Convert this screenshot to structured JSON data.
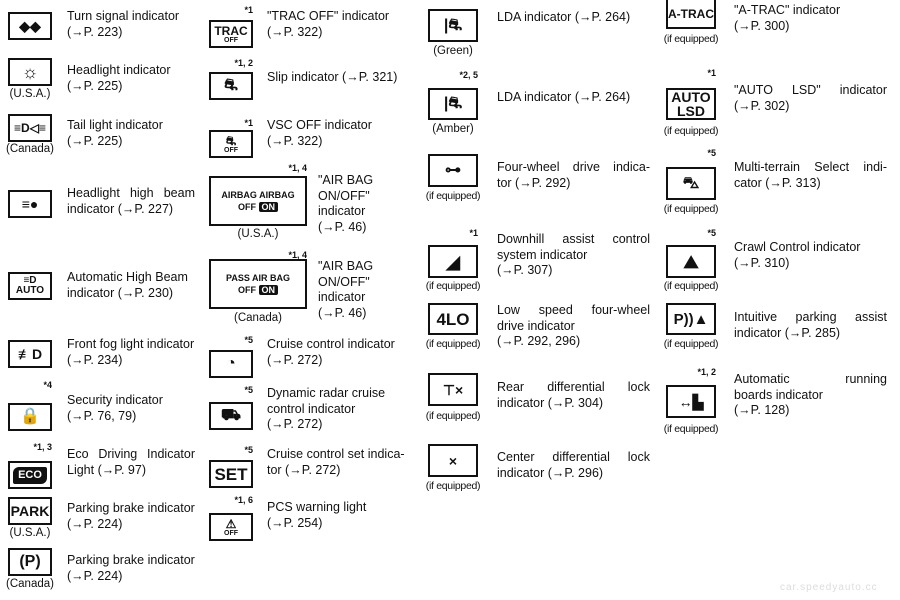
{
  "entries": [
    {
      "id": "turn-signal",
      "icon": "turn-signal-arrows-icon",
      "glyph": "◆◆",
      "note": "",
      "caption": "",
      "lines": [
        "Turn signal indicator",
        "(→P. 223)"
      ]
    },
    {
      "id": "headlight",
      "icon": "headlight-sun-icon",
      "glyph": "☼",
      "note": "",
      "caption": "(U.S.A.)",
      "lines": [
        "Headlight indicator",
        "(→P. 225)"
      ]
    },
    {
      "id": "tail-light",
      "icon": "tail-light-icon",
      "glyph": "≡D◁≡",
      "note": "",
      "caption": "(Canada)",
      "lines": [
        "Tail light indicator",
        "(→P. 225)"
      ]
    },
    {
      "id": "high-beam",
      "icon": "high-beam-icon",
      "glyph": "≡●",
      "note": "",
      "caption": "",
      "lines": [
        "Headlight high beam",
        "indicator (→P. 227)"
      ]
    },
    {
      "id": "auto-high-beam",
      "icon": "auto-high-beam-icon",
      "glyph": "≡D",
      "glyph2": "AUTO",
      "note": "",
      "caption": "",
      "lines": [
        "Automatic High Beam",
        "indicator (→P. 230)"
      ]
    },
    {
      "id": "front-fog",
      "icon": "front-fog-light-icon",
      "glyph": "≢D",
      "note": "",
      "caption": "",
      "lines": [
        "Front fog light indicator",
        "(→P. 234)"
      ]
    },
    {
      "id": "security",
      "icon": "security-car-lock-icon",
      "glyph": "🔒",
      "note": "*4",
      "caption": "",
      "lines": [
        "Security indicator",
        "(→P. 76, 79)"
      ]
    },
    {
      "id": "eco",
      "icon": "eco-driving-icon",
      "glyph": "ECO",
      "note": "*1, 3",
      "caption": "",
      "lines": [
        "Eco Driving Indicator",
        "Light (→P. 97)"
      ]
    },
    {
      "id": "park-usa",
      "icon": "park-text-icon",
      "glyph": "PARK",
      "note": "",
      "caption": "(U.S.A.)",
      "lines": [
        "Parking brake indicator",
        "(→P. 224)"
      ]
    },
    {
      "id": "park-canada",
      "icon": "parking-brake-circle-p-icon",
      "glyph": "(P)",
      "note": "",
      "caption": "(Canada)",
      "lines": [
        "Parking brake indicator",
        "(→P. 224)"
      ]
    },
    {
      "id": "trac-off",
      "icon": "trac-off-icon",
      "glyph": "TRAC",
      "glyph2": "OFF",
      "note": "*1",
      "caption": "",
      "lines": [
        "\"TRAC OFF\" indicator",
        "(→P. 322)"
      ]
    },
    {
      "id": "slip",
      "icon": "slip-indicator-icon",
      "glyph": "⛐",
      "note": "*1, 2",
      "caption": "",
      "lines": [
        "Slip indicator (→P. 321)"
      ]
    },
    {
      "id": "vsc-off",
      "icon": "vsc-off-icon",
      "glyph": "⛐",
      "glyph2": "OFF",
      "note": "*1",
      "caption": "",
      "lines": [
        "VSC OFF indicator",
        "(→P. 322)"
      ]
    },
    {
      "id": "airbag-usa",
      "icon": "airbag-on-off-usa-icon",
      "airbag": {
        "l1": "AIRBAG",
        "l2": "AIRBAG",
        "off": "OFF",
        "on": "ON"
      },
      "note": "*1, 4",
      "caption": "(U.S.A.)",
      "lines": [
        "\"AIR BAG",
        "ON/OFF\"",
        "indicator",
        "(→P. 46)"
      ]
    },
    {
      "id": "airbag-canada",
      "icon": "airbag-on-off-canada-icon",
      "airbag": {
        "l1": "PASS AIR BAG",
        "off": "OFF",
        "on": "ON"
      },
      "note": "*1, 4",
      "caption": "(Canada)",
      "lines": [
        "\"AIR BAG",
        "ON/OFF\"",
        "indicator",
        "(→P. 46)"
      ]
    },
    {
      "id": "cruise",
      "icon": "cruise-control-speedometer-icon",
      "glyph": "◔",
      "note": "*5",
      "caption": "",
      "lines": [
        "Cruise control indicator",
        "(→P. 272)"
      ]
    },
    {
      "id": "radar-cruise",
      "icon": "radar-cruise-icon",
      "glyph": "⛟",
      "note": "*5",
      "caption": "",
      "lines": [
        "Dynamic radar cruise",
        "control indicator",
        "(→P. 272)"
      ]
    },
    {
      "id": "cruise-set",
      "icon": "cruise-set-icon",
      "glyph": "SET",
      "note": "*5",
      "caption": "",
      "lines": [
        "Cruise control set indica-",
        "tor (→P. 272)"
      ]
    },
    {
      "id": "pcs",
      "icon": "pcs-warning-icon",
      "glyph": "⚠",
      "glyph2": "OFF",
      "note": "*1, 6",
      "caption": "",
      "lines": [
        "PCS warning light",
        "(→P. 254)"
      ]
    },
    {
      "id": "lda-green",
      "icon": "lda-lane-car-icon",
      "glyph": "|⛐",
      "note": "",
      "caption": "(Green)",
      "lines": [
        "LDA indicator (→P. 264)"
      ]
    },
    {
      "id": "lda-amber",
      "icon": "lda-lane-car-icon",
      "glyph": "|⛐",
      "note": "*2, 5",
      "caption": "(Amber)",
      "lines": [
        "LDA indicator (→P. 264)"
      ]
    },
    {
      "id": "four-wheel",
      "icon": "four-wheel-drive-icon",
      "glyph": "⊶",
      "note": "",
      "caption": "(if equipped)",
      "lines": [
        "Four-wheel drive indica-",
        "tor (→P. 292)"
      ]
    },
    {
      "id": "downhill",
      "icon": "downhill-assist-icon",
      "glyph": "◢",
      "note": "*1",
      "caption": "(if equipped)",
      "lines": [
        "Downhill assist control",
        "system indicator",
        "(→P. 307)"
      ]
    },
    {
      "id": "4lo",
      "icon": "4lo-icon",
      "glyph": "4LO",
      "note": "",
      "caption": "(if equipped)",
      "lines": [
        "Low speed four-wheel",
        "drive indicator",
        "(→P. 292, 296)"
      ]
    },
    {
      "id": "rear-diff",
      "icon": "rear-differential-lock-icon",
      "glyph": "⊤×",
      "note": "",
      "caption": "(if equipped)",
      "lines": [
        "Rear differential lock",
        "indicator (→P. 304)"
      ]
    },
    {
      "id": "center-diff",
      "icon": "center-differential-lock-icon",
      "glyph": "×",
      "note": "",
      "caption": "(if equipped)",
      "lines": [
        "Center differential lock",
        "indicator (→P. 296)"
      ]
    },
    {
      "id": "a-trac",
      "icon": "a-trac-icon",
      "glyph": "A-TRAC",
      "note": "",
      "caption": "(if equipped)",
      "lines": [
        "\"A-TRAC\" indicator",
        "(→P. 300)"
      ]
    },
    {
      "id": "auto-lsd",
      "icon": "auto-lsd-icon",
      "glyph": "AUTO",
      "glyph2": "LSD",
      "note": "*1",
      "caption": "(if equipped)",
      "lines": [
        "\"AUTO LSD\" indicator",
        "(→P. 302)"
      ]
    },
    {
      "id": "multi-terrain",
      "icon": "multi-terrain-icon",
      "glyph": "⛍",
      "note": "*5",
      "caption": "(if equipped)",
      "lines": [
        "Multi-terrain Select indi-",
        "cator (→P. 313)"
      ]
    },
    {
      "id": "crawl",
      "icon": "crawl-control-icon",
      "glyph": "⛰",
      "note": "*5",
      "caption": "(if equipped)",
      "lines": [
        "Crawl Control indicator",
        "(→P. 310)"
      ]
    },
    {
      "id": "parking-assist",
      "icon": "parking-assist-icon",
      "glyph": "P))▲",
      "note": "",
      "caption": "(if equipped)",
      "lines": [
        "Intuitive parking assist",
        "indicator (→P. 285)"
      ]
    },
    {
      "id": "running-boards",
      "icon": "running-boards-icon",
      "glyph": "↔▙",
      "note": "*1, 2",
      "caption": "(if equipped)",
      "lines": [
        "Automatic running",
        "boards indicator",
        "(→P. 128)"
      ]
    }
  ],
  "watermark": "car.speedyauto.cc"
}
